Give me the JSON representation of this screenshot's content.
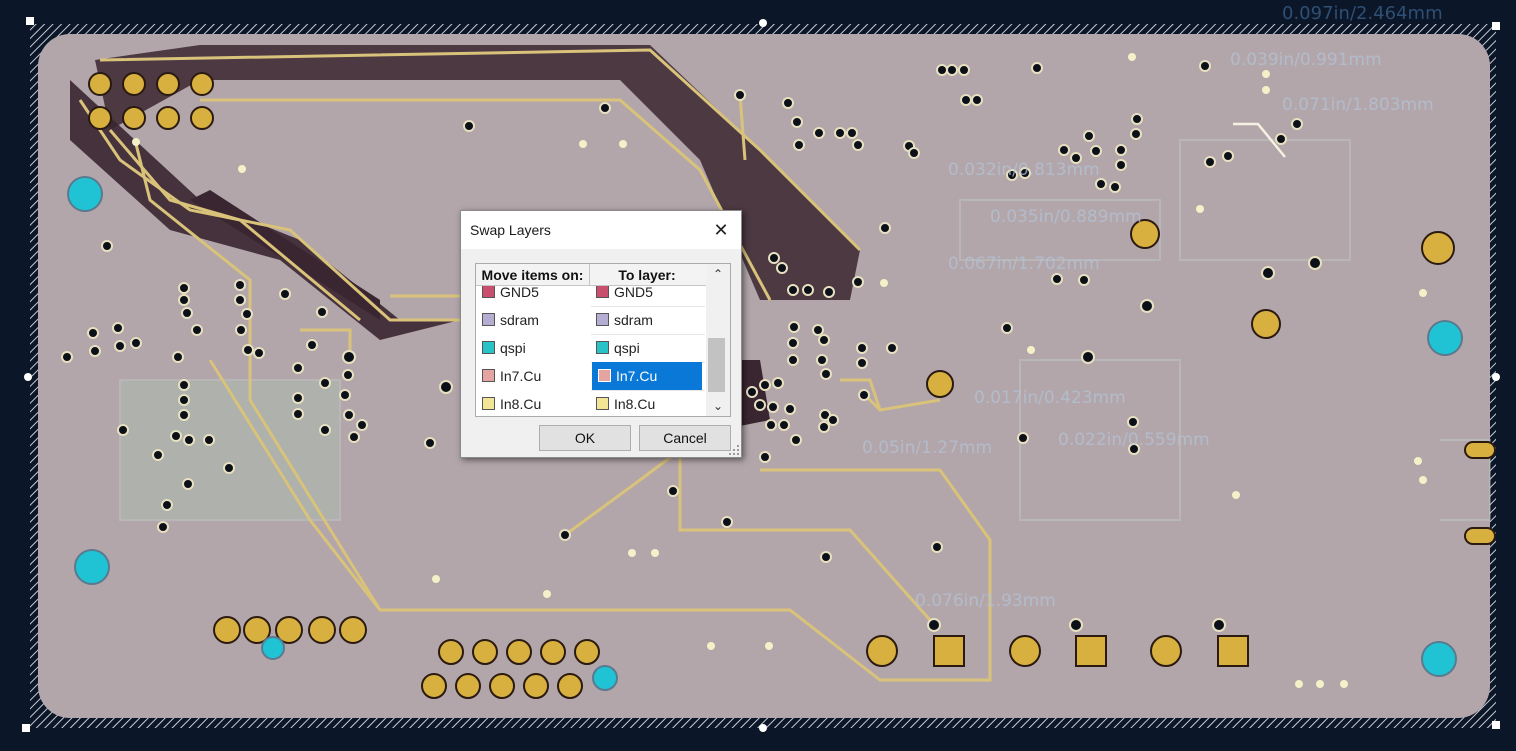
{
  "canvas": {
    "dimensions": [
      "0.097in/2.464mm",
      "0.039in/0.991mm",
      "0.071in/1.803mm",
      "0.032in/0.813mm",
      "0.035in/0.889mm",
      "0.067in/1.702mm",
      "0.017in/0.423mm",
      "0.05in/1.27mm",
      "0.022in/0.559mm",
      "0.076in/1.93mm"
    ],
    "colors": {
      "background": "#0b1628",
      "board": "#b2a6aa",
      "copper_dark": "#3a2630",
      "trace_gold": "#d9c27a",
      "pad_gold": "#d8b040",
      "mount_hole": "#1fc3d4",
      "silk_outline": "#ffffff"
    }
  },
  "dialog": {
    "title": "Swap Layers",
    "close_icon": "close-icon",
    "header_left": "Move items on:",
    "header_right": "To layer:",
    "rows": [
      {
        "from": "GND5",
        "to": "GND5",
        "color": "#c8506e"
      },
      {
        "from": "sdram",
        "to": "sdram",
        "color": "#b5aed2"
      },
      {
        "from": "qspi",
        "to": "qspi",
        "color": "#27c3c7"
      },
      {
        "from": "In7.Cu",
        "to": "In7.Cu",
        "color": "#e3a4a2",
        "selected": true
      },
      {
        "from": "In8.Cu",
        "to": "In8.Cu",
        "color": "#f2e596"
      }
    ],
    "ok_label": "OK",
    "cancel_label": "Cancel"
  }
}
